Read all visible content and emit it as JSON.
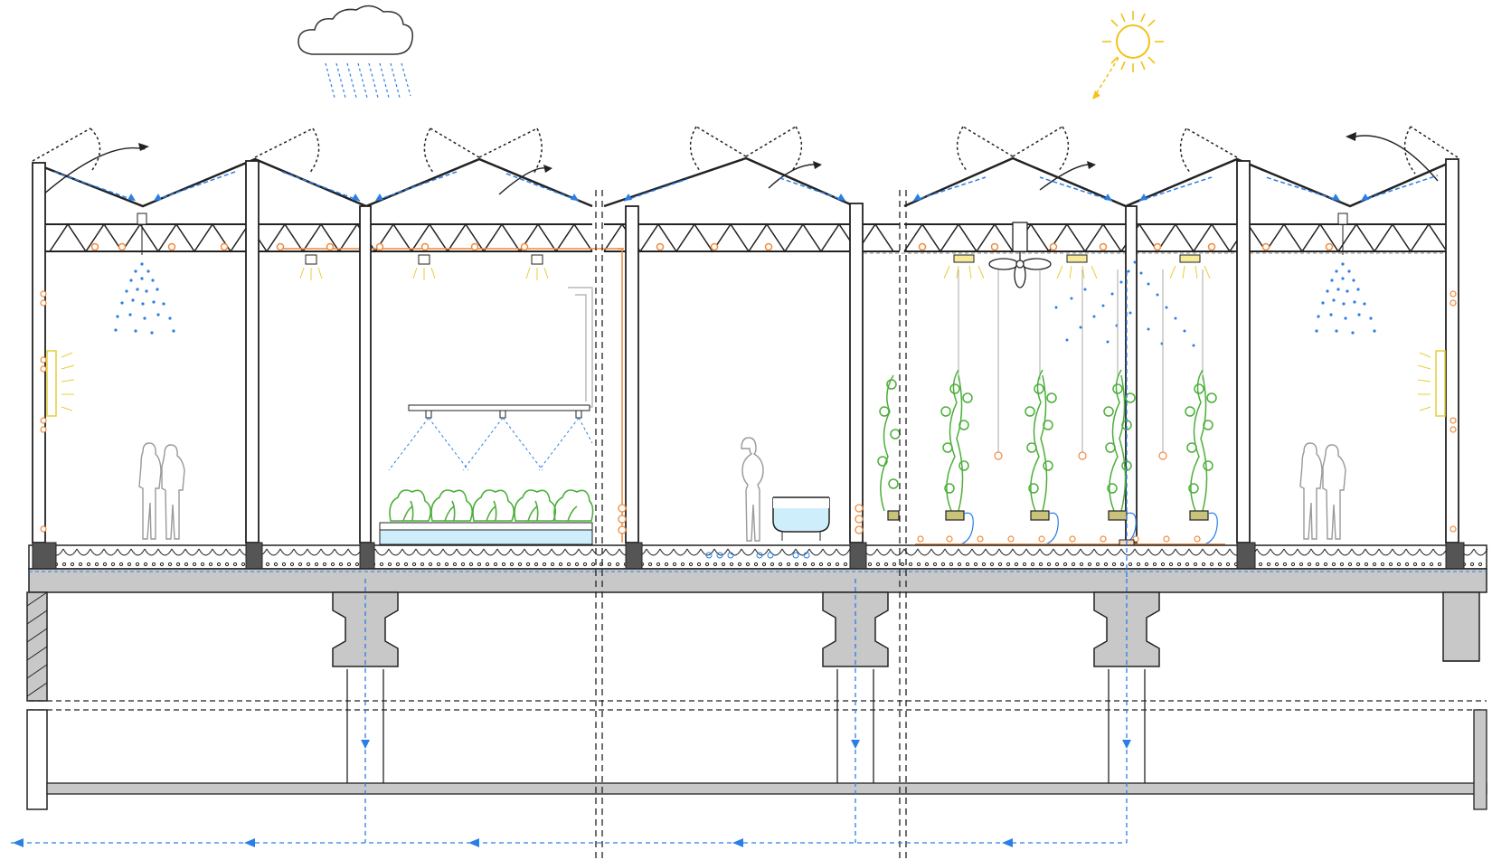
{
  "diagram": {
    "kind": "rooftop-greenhouse-cross-section",
    "bays": [
      {
        "id": "bay-1",
        "zone": "people-area",
        "features": [
          "mist-sprinkler",
          "wall-heater",
          "person-silhouettes"
        ]
      },
      {
        "id": "bay-2",
        "zone": "hydroponic-lettuce",
        "features": [
          "grow-lights",
          "overhead-sprayers",
          "lettuce-beds"
        ]
      },
      {
        "id": "bay-3",
        "zone": "people-area",
        "features": [
          "person-silhouette",
          "water-tank"
        ]
      },
      {
        "id": "bay-4",
        "zone": "vertical-tomato-crop",
        "features": [
          "grow-lights",
          "ceiling-fan",
          "mist-sprinklers",
          "tomato-vines"
        ]
      },
      {
        "id": "bay-5",
        "zone": "people-area",
        "features": [
          "mist-sprinkler",
          "wall-heater",
          "person-silhouettes"
        ]
      }
    ],
    "weather_icons": [
      "cloud-rain-icon",
      "sun-icon"
    ],
    "colors": {
      "structure": "#222222",
      "slab": "#c8c8c8",
      "slab_dark": "#9a9a9a",
      "water_flow": "#2a7fe6",
      "heating_pipe": "#f08a3c",
      "plant": "#4caf3a",
      "light_glow": "#e6cf3a",
      "sun": "#f2c21b",
      "water_fill": "#cfeefc"
    }
  }
}
